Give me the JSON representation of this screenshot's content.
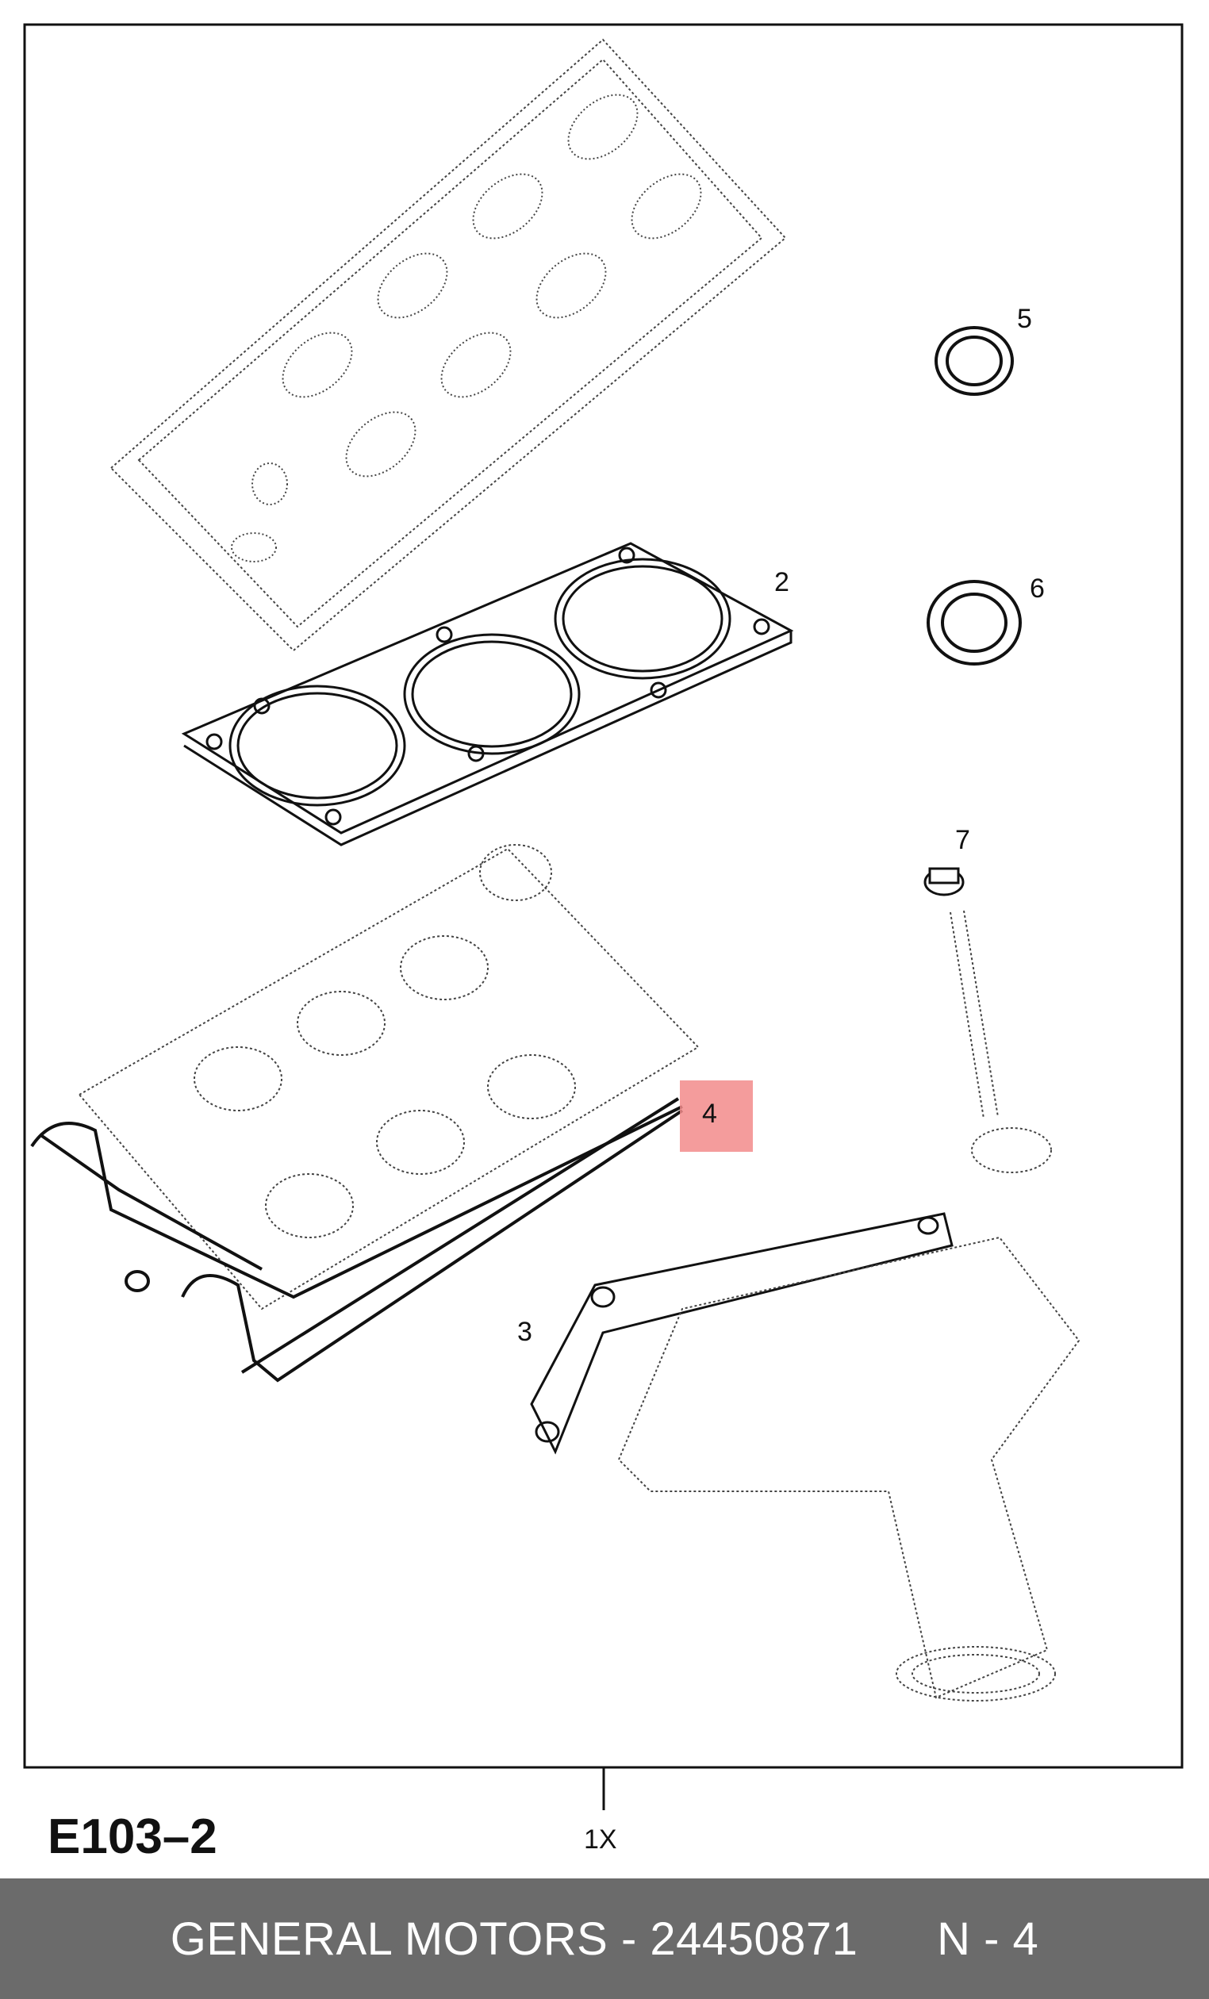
{
  "diagram": {
    "code": "E103–2",
    "quantity": "1X",
    "callouts": [
      "2",
      "3",
      "4",
      "5",
      "6",
      "7"
    ],
    "highlighted_callout": "4",
    "highlight_color": "#f28b8b"
  },
  "footer": {
    "brand": "GENERAL MOTORS",
    "separator": " - ",
    "part_number": "24450871",
    "position_label": "N - 4",
    "text": "GENERAL MOTORS - 24450871      N - 4"
  }
}
